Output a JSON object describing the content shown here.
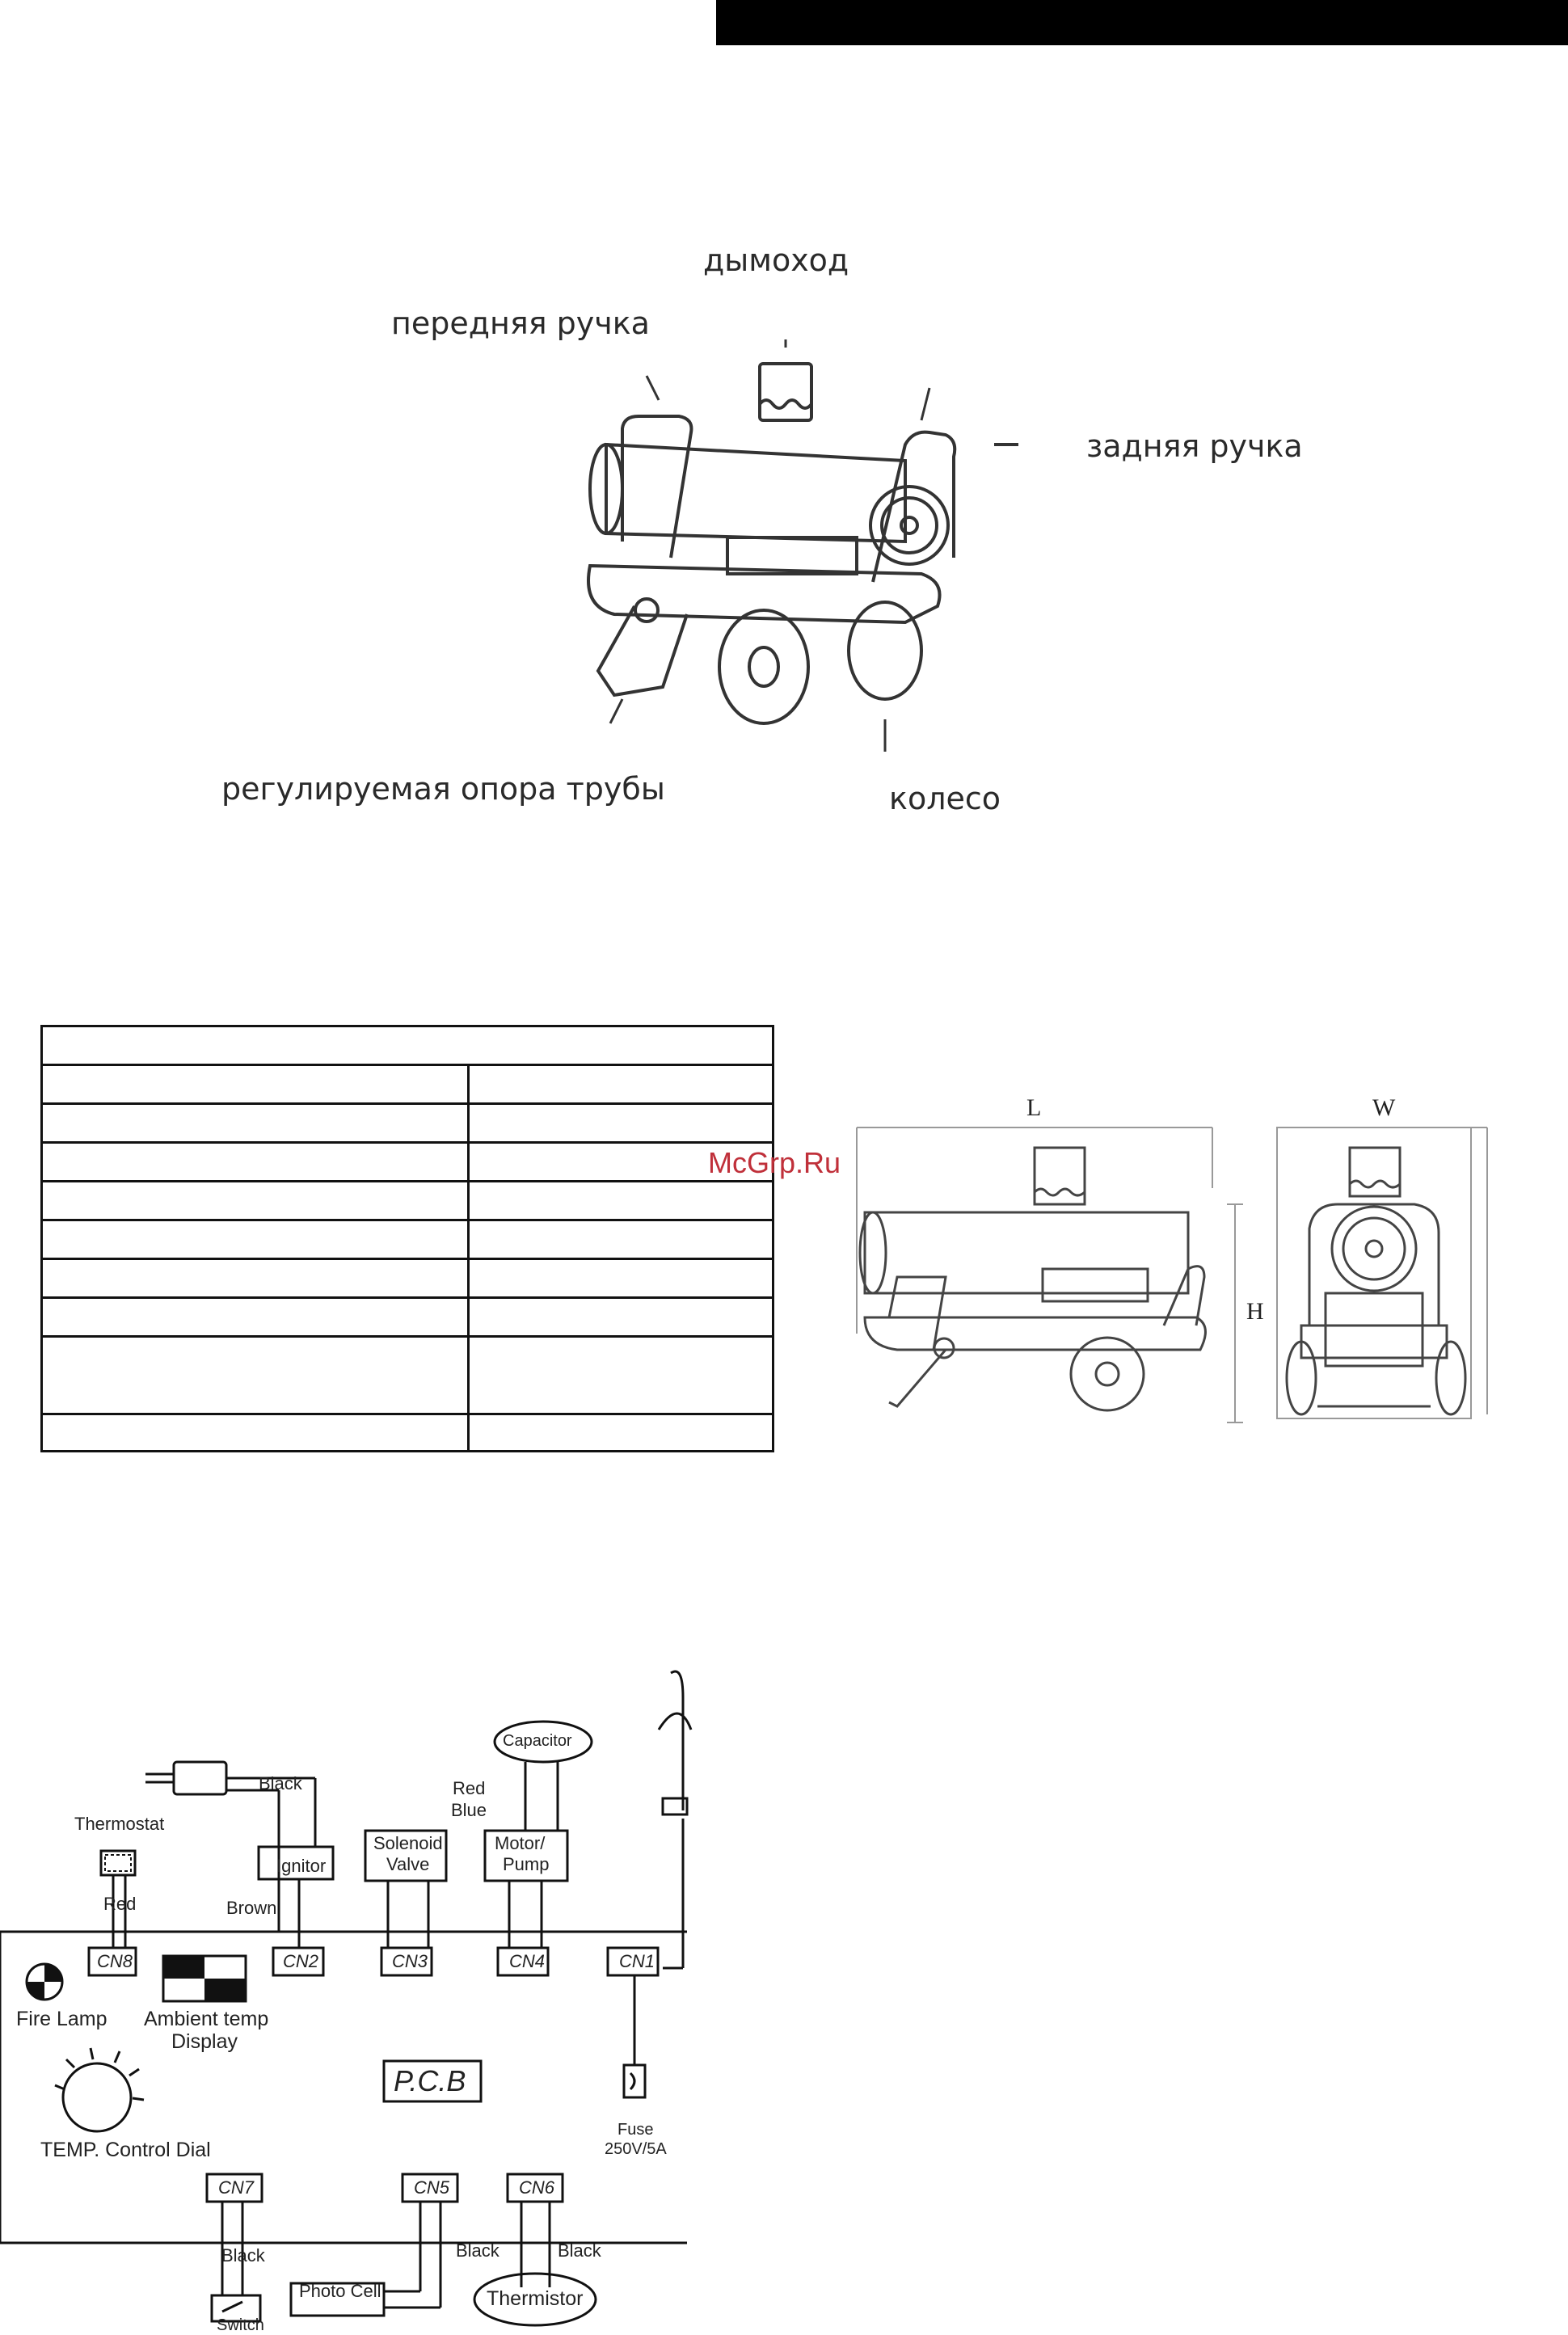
{
  "heater_labels": {
    "chimney": "дымоход",
    "front_handle": "передняя ручка",
    "rear_handle": "задняя ручка",
    "pipe_support": "регулируемая опора трубы",
    "wheel": "колесо"
  },
  "spec_table": {
    "header": "",
    "rows": [
      [
        "",
        ""
      ],
      [
        "",
        ""
      ],
      [
        "",
        ""
      ],
      [
        "",
        ""
      ],
      [
        "",
        ""
      ],
      [
        "",
        ""
      ],
      [
        "",
        ""
      ],
      [
        "",
        ""
      ],
      [
        "",
        ""
      ]
    ]
  },
  "watermark": "McGrp.Ru",
  "dimensions": {
    "length": "L",
    "width": "W",
    "height": "H"
  },
  "wiring": {
    "black_top": "Black",
    "thermostat": "Thermostat",
    "red": "Red",
    "ignitor": "Ignitor",
    "brown": "Brown",
    "solenoid_1": "Solenoid",
    "solenoid_2": "Valve",
    "red_blue_1": "Red",
    "red_blue_2": "Blue",
    "capacitor": "Capacitor",
    "motor_1": "Motor/",
    "motor_2": "Pump",
    "cn8": "CN8",
    "cn2": "CN2",
    "cn3": "CN3",
    "cn4": "CN4",
    "cn1": "CN1",
    "cn7": "CN7",
    "cn5": "CN5",
    "cn6": "CN6",
    "fire_lamp": "Fire Lamp",
    "ambient_1": "Ambient temp",
    "ambient_2": "Display",
    "pcb": "P.C.B",
    "temp_dial": "TEMP. Control Dial",
    "fuse_1": "Fuse",
    "fuse_2": "250V/5A",
    "black_cn7": "Black",
    "photo_cell": "Photo Cell",
    "black_cn5": "Black",
    "black_cn6": "Black",
    "thermistor": "Thermistor",
    "switch": "Switch"
  }
}
